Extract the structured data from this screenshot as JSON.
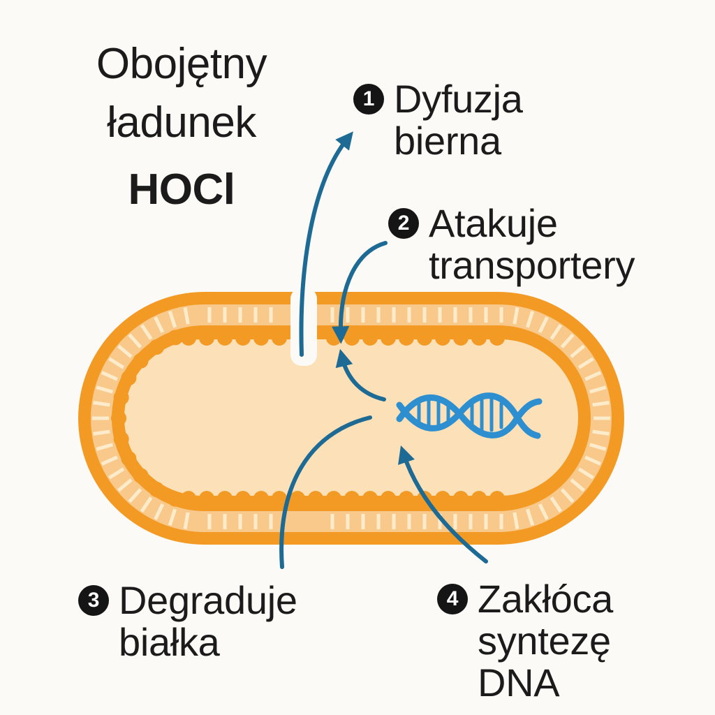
{
  "title": {
    "line1": "Obojętny",
    "line2": "ładunek",
    "line3": "HOCl"
  },
  "steps": [
    {
      "number": "1",
      "line1": "Dyfuzja",
      "line2": "bierna"
    },
    {
      "number": "2",
      "line1": "Atakuje",
      "line2": "transportery"
    },
    {
      "number": "3",
      "line1": "Degraduje",
      "line2": "białka"
    },
    {
      "number": "4",
      "line1": "Zakłóca",
      "line2": "syntezę",
      "line3": "DNA"
    }
  ],
  "colors": {
    "membrane": "#f39a24",
    "membrane_light": "#f8c98a",
    "cytoplasm": "#fce0b8",
    "arrow": "#1d6a94",
    "dna": "#2e8fd0",
    "text": "#1b1b1b"
  },
  "icons": [
    "dna-helix-icon",
    "arrow-icon"
  ]
}
